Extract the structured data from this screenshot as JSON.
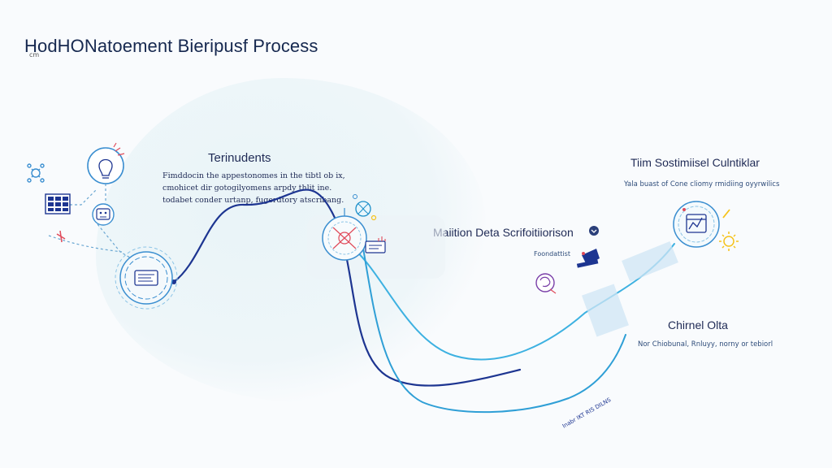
{
  "title": "HodHONatoement Bieripusf Process",
  "corner_mark": "cm",
  "sections": {
    "terindents": {
      "heading": "Terinudents",
      "lines": [
        "Fimddocin the appestonomes in the tibtl ob ix,",
        "cmohicet dir gotogilyomens arpdy thlit ine.",
        "todabet conder urtanp, fugerdtory atscribang."
      ]
    },
    "mention": {
      "heading": "Maiition Deta Scrifoitiiorison",
      "sublabel": "Foondattist"
    },
    "tim": {
      "heading": "Tiim Sostimiisel Culntiklar",
      "subtext": "Yala buast of Cone cliomy rmidiing oyyrwilics"
    },
    "chirnel": {
      "heading": "Chirnel Olta",
      "subtext": "Nor Chiobunal, Rnluyy, norny or tebiorl"
    },
    "path_label": "Inabr IKT RIS DILNS"
  },
  "colors": {
    "navy_path": "#1d3591",
    "cyan_path": "#3db1e1",
    "text": "#1f2a55",
    "accent_red": "#e04a5a",
    "accent_yellow": "#f5c21a",
    "accent_purple": "#7a3fa8"
  },
  "icons": [
    "gear-nodes-icon",
    "solar-panel-icon",
    "lightbulb-icon",
    "robot-icon",
    "center-hub-icon",
    "microscope-icon",
    "dna-sphere-icon",
    "chart-card-icon",
    "info-icon",
    "tablet-icon",
    "brain-icon",
    "data-sphere-icon",
    "sun-icon"
  ]
}
